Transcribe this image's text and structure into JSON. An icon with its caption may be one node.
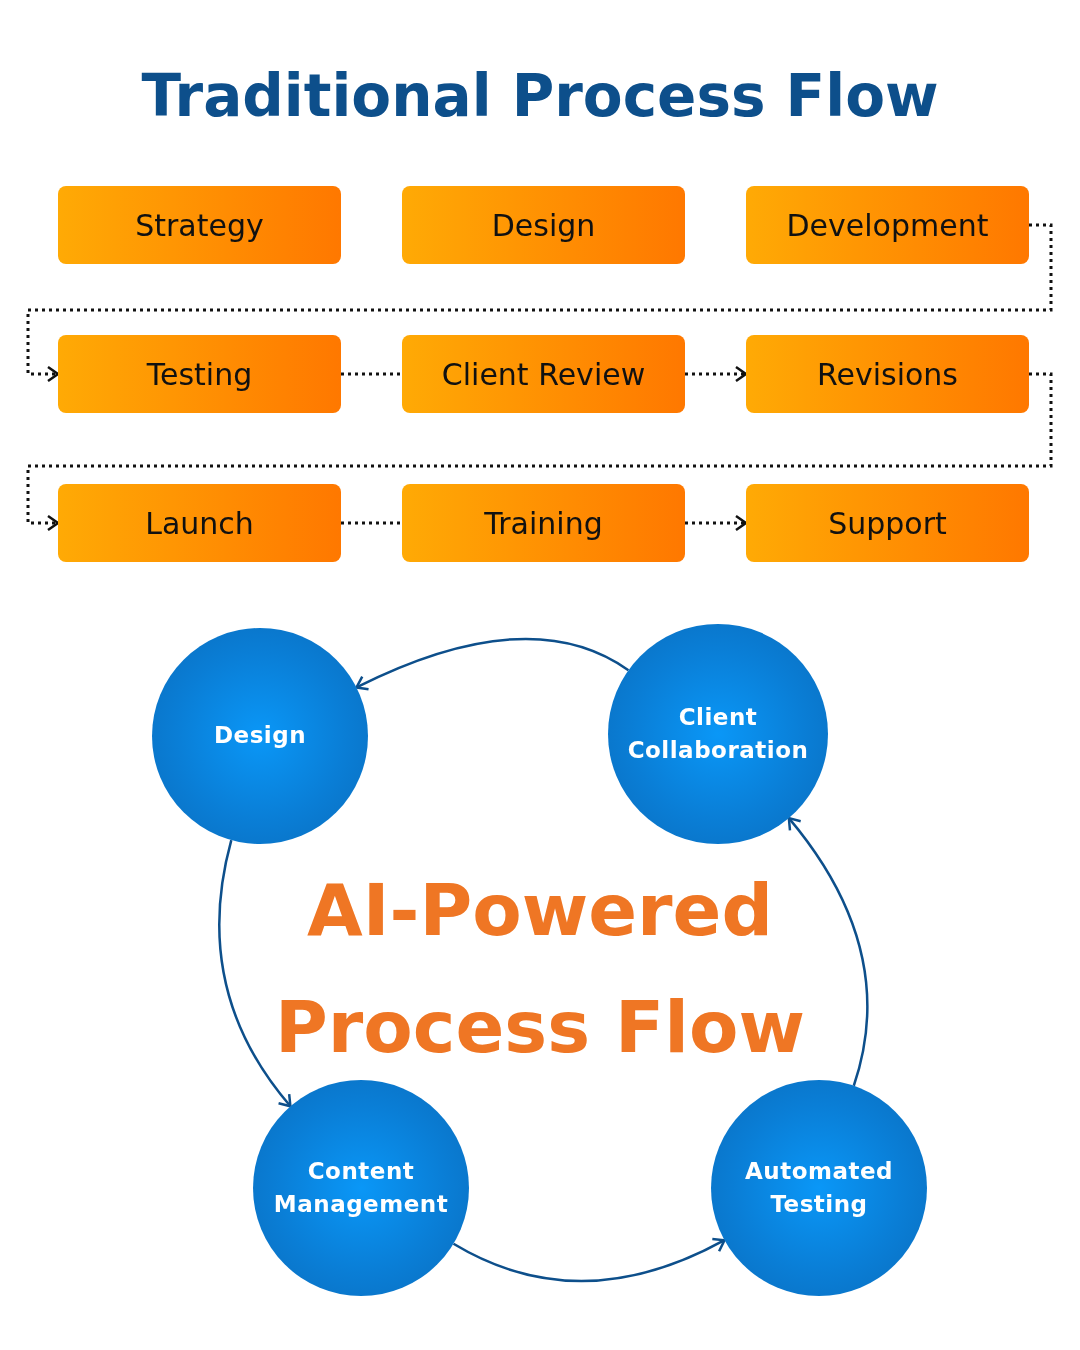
{
  "diagram": {
    "title": "Traditional Process Flow",
    "nodes": [
      {
        "text": [
          "Strategy"
        ]
      },
      {
        "text": [
          "Design"
        ]
      },
      {
        "text": [
          "Development"
        ]
      },
      {
        "text": [
          "Testing"
        ]
      },
      {
        "text": [
          "Client Review"
        ]
      },
      {
        "text": [
          "Revisions"
        ]
      },
      {
        "text": [
          "Launch"
        ]
      },
      {
        "text": [
          "Training"
        ]
      },
      {
        "text": [
          "Support"
        ]
      },
      {
        "text": [
          "Design"
        ]
      },
      {
        "text": [
          "Client Collaboration"
        ]
      },
      {
        "text": [
          "Content Management"
        ]
      },
      {
        "text": [
          "Automated Testing"
        ]
      }
    ],
    "edges": [
      {
        "from": 2,
        "to": 3,
        "arrow": "to",
        "style": "dashed"
      },
      {
        "from": 3,
        "to": 4,
        "arrow": "none",
        "style": "dashed"
      },
      {
        "from": 4,
        "to": 5,
        "arrow": "to",
        "style": "dashed"
      },
      {
        "from": 5,
        "to": 6,
        "arrow": "to",
        "style": "dashed"
      },
      {
        "from": 6,
        "to": 7,
        "arrow": "none",
        "style": "dashed"
      },
      {
        "from": 7,
        "to": 8,
        "arrow": "to",
        "style": "dashed"
      },
      {
        "from": 10,
        "to": 9,
        "arrow": "to",
        "color": "#0d4f8b"
      },
      {
        "from": 9,
        "to": 11,
        "arrow": "to",
        "color": "#0d4f8b"
      },
      {
        "from": 11,
        "to": 12,
        "arrow": "to",
        "color": "#0d4f8b"
      },
      {
        "from": 12,
        "to": 10,
        "arrow": "to",
        "color": "#0d4f8b"
      }
    ],
    "labels": [
      "AI-Powered Process Flow"
    ]
  }
}
